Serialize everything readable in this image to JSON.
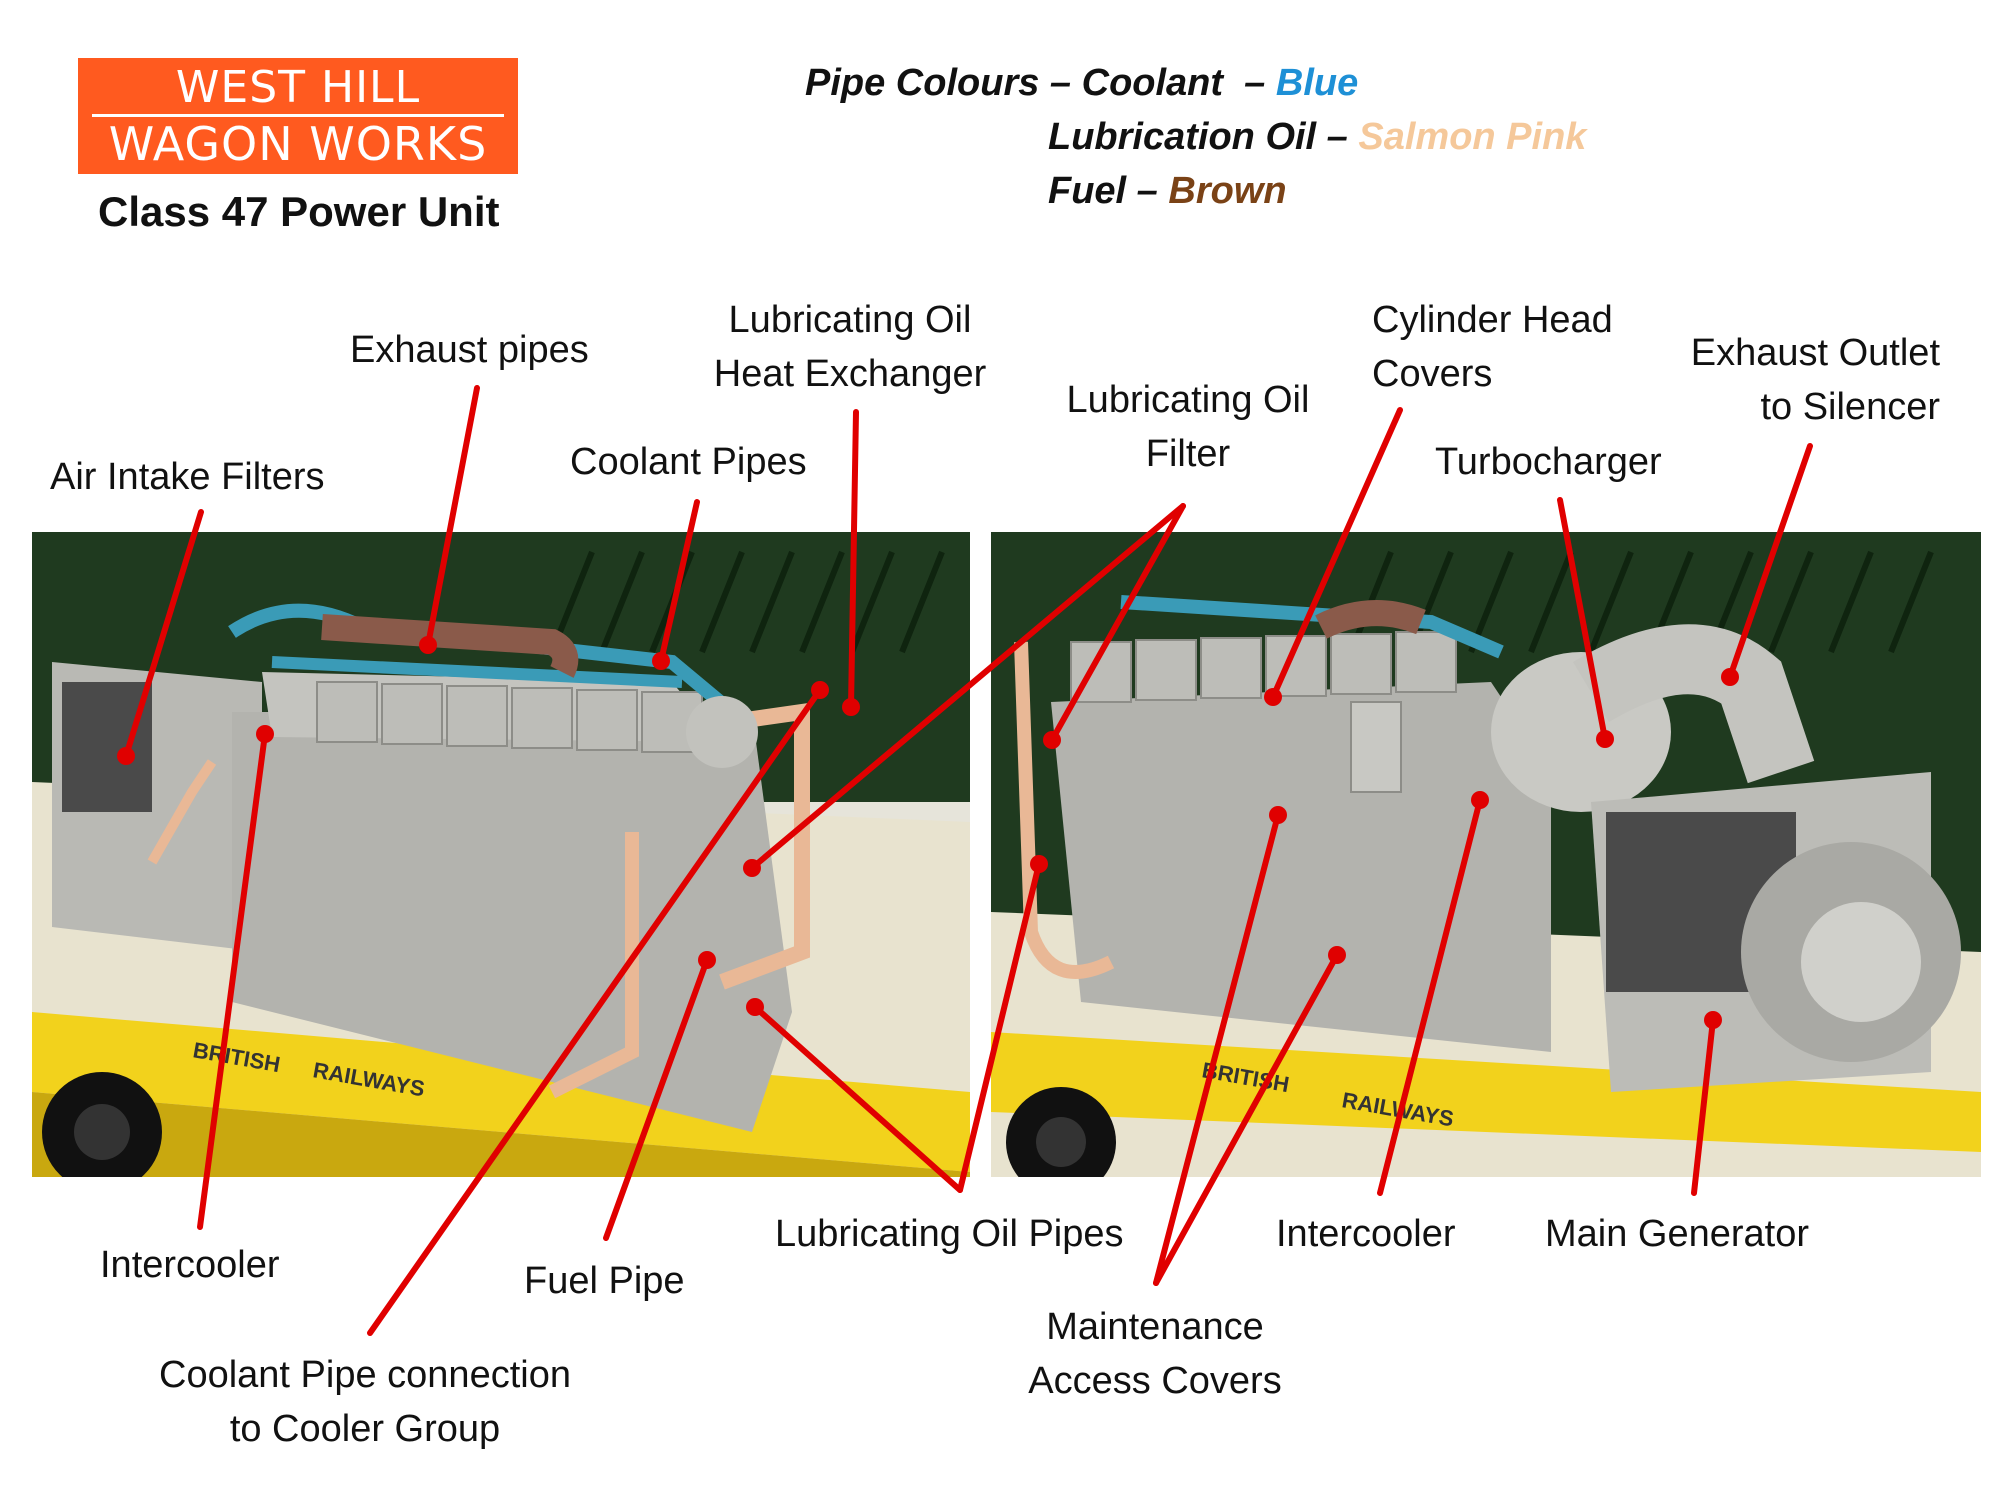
{
  "logo": {
    "line1": "WEST HILL",
    "line2": "WAGON WORKS"
  },
  "subtitle": "Class 47 Power Unit",
  "legend": {
    "heading": "Pipe Colours",
    "items": [
      {
        "name": "Coolant",
        "colour_name": "Blue",
        "color": "#1e90d6"
      },
      {
        "name": "Lubrication Oil",
        "colour_name": "Salmon Pink",
        "color": "#f5c89a"
      },
      {
        "name": "Fuel",
        "colour_name": "Brown",
        "color": "#7a4216"
      }
    ]
  },
  "photo_text": {
    "wagon_left": "BRITISH",
    "wagon_right": "RAILWAYS"
  },
  "labels": {
    "exhaust_pipes": "Exhaust pipes",
    "lube_hx_1": "Lubricating Oil",
    "lube_hx_2": "Heat Exchanger",
    "coolant_pipes": "Coolant Pipes",
    "air_intake": "Air Intake Filters",
    "lube_filter_1": "Lubricating Oil",
    "lube_filter_2": "Filter",
    "cyl_head_1": "Cylinder Head",
    "cyl_head_2": "Covers",
    "exhaust_outlet_1": "Exhaust Outlet",
    "exhaust_outlet_2": "to Silencer",
    "turbocharger": "Turbocharger",
    "intercooler_left": "Intercooler",
    "fuel_pipe": "Fuel Pipe",
    "coolant_conn_1": "Coolant Pipe connection",
    "coolant_conn_2": "to Cooler Group",
    "lube_pipes": "Lubricating Oil Pipes",
    "intercooler_right": "Intercooler",
    "main_generator": "Main Generator",
    "maint_1": "Maintenance",
    "maint_2": "Access Covers"
  },
  "colors": {
    "leader": "#e00000",
    "logo_bg": "#ff5a1f",
    "wagon": "#f2d21c",
    "engine": "#b9b9b4",
    "body_green": "#1f3a1f"
  }
}
